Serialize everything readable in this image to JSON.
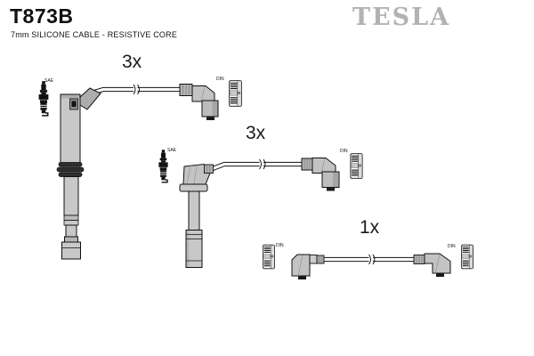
{
  "header": {
    "part_number": "T873B",
    "subtitle": "7mm SILICONE CABLE - RESISTIVE CORE",
    "brand_logo": "TESLA"
  },
  "groups": [
    {
      "quantity": "3x",
      "plug_terminal": "SAE",
      "cap_terminal": "DIN"
    },
    {
      "quantity": "3x",
      "plug_terminal": "SAE",
      "cap_terminal": "DIN"
    },
    {
      "quantity": "1x",
      "cap_terminal_left": "DIN",
      "cap_terminal_right": "DIN"
    }
  ],
  "colors": {
    "brand_logo_gray": "#b2b2b2",
    "boot_fill": "#c8c8c8",
    "boot_shade": "#a5a5a5",
    "outline": "#111111"
  }
}
